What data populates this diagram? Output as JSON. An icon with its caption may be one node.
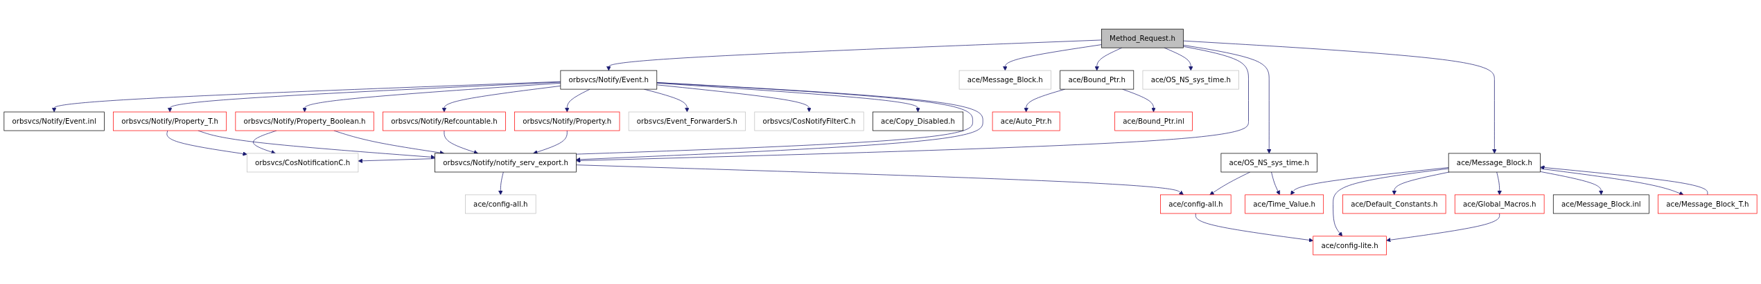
{
  "diagram": {
    "nodes": [
      {
        "text": [
          "Method_Request.h"
        ]
      },
      {
        "text": [
          "orbsvcs/Notify/Event.h"
        ]
      },
      {
        "text": [
          "ace/Message_Block.h"
        ]
      },
      {
        "text": [
          "ace/Bound_Ptr.h"
        ]
      },
      {
        "text": [
          "ace/OS_NS_sys_time.h"
        ]
      },
      {
        "text": [
          "orbsvcs/Notify/Event.inl"
        ]
      },
      {
        "text": [
          "orbsvcs/Notify/Property_T.h"
        ]
      },
      {
        "text": [
          "orbsvcs/Notify/Property_Boolean.h"
        ]
      },
      {
        "text": [
          "orbsvcs/Notify/Refcountable.h"
        ]
      },
      {
        "text": [
          "orbsvcs/Notify/Property.h"
        ]
      },
      {
        "text": [
          "orbsvcs/Event_ForwarderS.h"
        ]
      },
      {
        "text": [
          "orbsvcs/CosNotifyFilterC.h"
        ]
      },
      {
        "text": [
          "ace/Copy_Disabled.h"
        ]
      },
      {
        "text": [
          "ace/Auto_Ptr.h"
        ]
      },
      {
        "text": [
          "ace/Bound_Ptr.inl"
        ]
      },
      {
        "text": [
          "orbsvcs/CosNotificationC.h"
        ]
      },
      {
        "text": [
          "orbsvcs/Notify/notify_serv_export.h"
        ]
      },
      {
        "text": [
          "ace/OS_NS_sys_time.h"
        ]
      },
      {
        "text": [
          "ace/Message_Block.h"
        ]
      },
      {
        "text": [
          "ace/config-all.h"
        ]
      },
      {
        "text": [
          "ace/config-all.h"
        ]
      },
      {
        "text": [
          "ace/Time_Value.h"
        ]
      },
      {
        "text": [
          "ace/Default_Constants.h"
        ]
      },
      {
        "text": [
          "ace/Global_Macros.h"
        ]
      },
      {
        "text": [
          "ace/Message_Block.inl"
        ]
      },
      {
        "text": [
          "ace/Message_Block_T.h"
        ]
      },
      {
        "text": [
          "ace/config-lite.h"
        ]
      }
    ],
    "edges": [
      {
        "from": 0,
        "to": 1,
        "arrow": "to"
      },
      {
        "from": 0,
        "to": 2,
        "arrow": "to"
      },
      {
        "from": 0,
        "to": 3,
        "arrow": "to"
      },
      {
        "from": 0,
        "to": 4,
        "arrow": "to"
      },
      {
        "from": 0,
        "to": 16,
        "arrow": "to"
      },
      {
        "from": 0,
        "to": 17,
        "arrow": "to"
      },
      {
        "from": 0,
        "to": 18,
        "arrow": "to"
      },
      {
        "from": 1,
        "to": 5,
        "arrow": "to"
      },
      {
        "from": 1,
        "to": 6,
        "arrow": "to"
      },
      {
        "from": 1,
        "to": 7,
        "arrow": "to"
      },
      {
        "from": 1,
        "to": 8,
        "arrow": "to"
      },
      {
        "from": 1,
        "to": 9,
        "arrow": "to"
      },
      {
        "from": 1,
        "to": 10,
        "arrow": "to"
      },
      {
        "from": 1,
        "to": 11,
        "arrow": "to"
      },
      {
        "from": 1,
        "to": 12,
        "arrow": "to"
      },
      {
        "from": 1,
        "to": 15,
        "arrow": "to"
      },
      {
        "from": 1,
        "to": 16,
        "arrow": "to"
      },
      {
        "from": 6,
        "to": 15,
        "arrow": "to"
      },
      {
        "from": 6,
        "to": 16,
        "arrow": "to"
      },
      {
        "from": 7,
        "to": 15,
        "arrow": "to"
      },
      {
        "from": 7,
        "to": 16,
        "arrow": "to"
      },
      {
        "from": 8,
        "to": 16,
        "arrow": "to"
      },
      {
        "from": 9,
        "to": 16,
        "arrow": "to"
      },
      {
        "from": 16,
        "to": 19,
        "arrow": "to"
      },
      {
        "from": 16,
        "to": 20,
        "arrow": "to"
      },
      {
        "from": 3,
        "to": 13,
        "arrow": "to"
      },
      {
        "from": 3,
        "to": 14,
        "arrow": "to"
      },
      {
        "from": 17,
        "to": 20,
        "arrow": "to"
      },
      {
        "from": 17,
        "to": 21,
        "arrow": "to"
      },
      {
        "from": 18,
        "to": 21,
        "arrow": "to"
      },
      {
        "from": 18,
        "to": 26,
        "arrow": "to"
      },
      {
        "from": 18,
        "to": 22,
        "arrow": "to"
      },
      {
        "from": 18,
        "to": 23,
        "arrow": "to"
      },
      {
        "from": 18,
        "to": 24,
        "arrow": "to"
      },
      {
        "from": 18,
        "to": 25,
        "arrow": "to"
      },
      {
        "from": 25,
        "to": 18,
        "arrow": "to"
      },
      {
        "from": 20,
        "to": 26,
        "arrow": "to"
      },
      {
        "from": 23,
        "to": 26,
        "arrow": "to"
      }
    ]
  }
}
